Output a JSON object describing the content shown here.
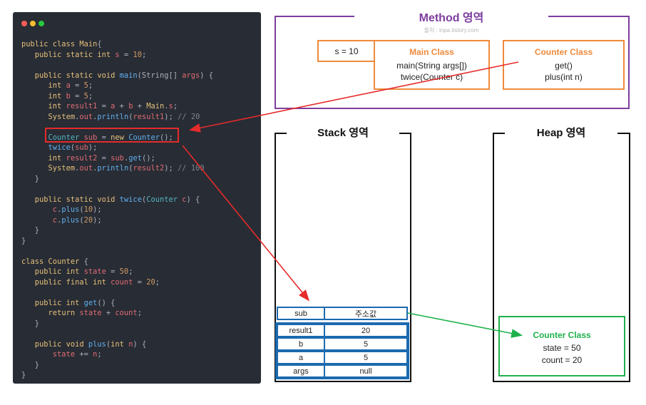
{
  "window": {
    "controls": [
      "close",
      "minimize",
      "zoom"
    ]
  },
  "code_lines": [
    [
      [
        "kw",
        "public class "
      ],
      [
        "cls",
        "Main"
      ],
      [
        "",
        "{"
      ]
    ],
    [
      [
        "",
        "   "
      ],
      [
        "kw",
        "public static int "
      ],
      [
        "var",
        "s"
      ],
      [
        "",
        " = "
      ],
      [
        "num",
        "10"
      ],
      [
        "",
        ";"
      ]
    ],
    [
      [
        "",
        ""
      ]
    ],
    [
      [
        "",
        "   "
      ],
      [
        "kw",
        "public static void "
      ],
      [
        "fn",
        "main"
      ],
      [
        "",
        "(String[] "
      ],
      [
        "var",
        "args"
      ],
      [
        "",
        ") {"
      ]
    ],
    [
      [
        "",
        "      "
      ],
      [
        "kw",
        "int "
      ],
      [
        "var",
        "a"
      ],
      [
        "",
        " = "
      ],
      [
        "num",
        "5"
      ],
      [
        "",
        ";"
      ]
    ],
    [
      [
        "",
        "      "
      ],
      [
        "kw",
        "int "
      ],
      [
        "var",
        "b"
      ],
      [
        "",
        " = "
      ],
      [
        "num",
        "5"
      ],
      [
        "",
        ";"
      ]
    ],
    [
      [
        "",
        "      "
      ],
      [
        "kw",
        "int "
      ],
      [
        "var",
        "result1"
      ],
      [
        "",
        " = "
      ],
      [
        "var",
        "a"
      ],
      [
        "",
        " + "
      ],
      [
        "var",
        "b"
      ],
      [
        "",
        " + "
      ],
      [
        "cls",
        "Main"
      ],
      [
        "",
        "."
      ],
      [
        "var",
        "s"
      ],
      [
        "",
        ";"
      ]
    ],
    [
      [
        "",
        "      "
      ],
      [
        "cls",
        "System"
      ],
      [
        "",
        "."
      ],
      [
        "var",
        "out"
      ],
      [
        "",
        "."
      ],
      [
        "fn",
        "println"
      ],
      [
        "",
        "("
      ],
      [
        "var",
        "result1"
      ],
      [
        "",
        "); "
      ],
      [
        "cm",
        "// 20"
      ]
    ],
    [
      [
        "",
        ""
      ]
    ],
    [
      [
        "",
        "      "
      ],
      [
        "cyan",
        "Counter "
      ],
      [
        "var",
        "sub"
      ],
      [
        "",
        " = "
      ],
      [
        "kw",
        "new "
      ],
      [
        "fn",
        "Counter"
      ],
      [
        "",
        "();"
      ]
    ],
    [
      [
        "",
        "      "
      ],
      [
        "fn",
        "twice"
      ],
      [
        "",
        "("
      ],
      [
        "var",
        "sub"
      ],
      [
        "",
        ");"
      ]
    ],
    [
      [
        "",
        "      "
      ],
      [
        "kw",
        "int "
      ],
      [
        "var",
        "result2"
      ],
      [
        "",
        " = "
      ],
      [
        "var",
        "sub"
      ],
      [
        "",
        "."
      ],
      [
        "fn",
        "get"
      ],
      [
        "",
        "();"
      ]
    ],
    [
      [
        "",
        "      "
      ],
      [
        "cls",
        "System"
      ],
      [
        "",
        "."
      ],
      [
        "var",
        "out"
      ],
      [
        "",
        "."
      ],
      [
        "fn",
        "println"
      ],
      [
        "",
        "("
      ],
      [
        "var",
        "result2"
      ],
      [
        "",
        "); "
      ],
      [
        "cm",
        "// 100"
      ]
    ],
    [
      [
        "",
        "   }"
      ]
    ],
    [
      [
        "",
        ""
      ]
    ],
    [
      [
        "",
        "   "
      ],
      [
        "kw",
        "public static void "
      ],
      [
        "fn",
        "twice"
      ],
      [
        "",
        "("
      ],
      [
        "cyan",
        "Counter "
      ],
      [
        "var",
        "c"
      ],
      [
        "",
        ") {"
      ]
    ],
    [
      [
        "",
        "       "
      ],
      [
        "var",
        "c"
      ],
      [
        "",
        "."
      ],
      [
        "fn",
        "plus"
      ],
      [
        "",
        "("
      ],
      [
        "num",
        "10"
      ],
      [
        "",
        ");"
      ]
    ],
    [
      [
        "",
        "       "
      ],
      [
        "var",
        "c"
      ],
      [
        "",
        "."
      ],
      [
        "fn",
        "plus"
      ],
      [
        "",
        "("
      ],
      [
        "num",
        "20"
      ],
      [
        "",
        ");"
      ]
    ],
    [
      [
        "",
        "   }"
      ]
    ],
    [
      [
        "",
        "}"
      ]
    ],
    [
      [
        "",
        ""
      ]
    ],
    [
      [
        "kw",
        "class "
      ],
      [
        "cls",
        "Counter "
      ],
      [
        "",
        "{"
      ]
    ],
    [
      [
        "",
        "   "
      ],
      [
        "kw",
        "public int "
      ],
      [
        "var",
        "state"
      ],
      [
        "",
        " = "
      ],
      [
        "num",
        "50"
      ],
      [
        "",
        ";"
      ]
    ],
    [
      [
        "",
        "   "
      ],
      [
        "kw",
        "public final int "
      ],
      [
        "var",
        "count"
      ],
      [
        "",
        " = "
      ],
      [
        "num",
        "20"
      ],
      [
        "",
        ";"
      ]
    ],
    [
      [
        "",
        ""
      ]
    ],
    [
      [
        "",
        "   "
      ],
      [
        "kw",
        "public int "
      ],
      [
        "fn",
        "get"
      ],
      [
        "",
        "() {"
      ]
    ],
    [
      [
        "",
        "      "
      ],
      [
        "kw",
        "return "
      ],
      [
        "var",
        "state"
      ],
      [
        "",
        " + "
      ],
      [
        "var",
        "count"
      ],
      [
        "",
        ";"
      ]
    ],
    [
      [
        "",
        "   }"
      ]
    ],
    [
      [
        "",
        ""
      ]
    ],
    [
      [
        "",
        "   "
      ],
      [
        "kw",
        "public void "
      ],
      [
        "fn",
        "plus"
      ],
      [
        "",
        "("
      ],
      [
        "kw",
        "int "
      ],
      [
        "var",
        "n"
      ],
      [
        "",
        ") {"
      ]
    ],
    [
      [
        "",
        "       "
      ],
      [
        "var",
        "state"
      ],
      [
        "",
        " += "
      ],
      [
        "var",
        "n"
      ],
      [
        "",
        ";"
      ]
    ],
    [
      [
        "",
        "   }"
      ]
    ],
    [
      [
        "",
        "}"
      ]
    ]
  ],
  "method_area": {
    "title": "Method 영역",
    "source": "출처 : inpa.tistory.com",
    "static_field": "s = 10",
    "main_class": {
      "title": "Main Class",
      "methods": [
        "main(String args[])",
        "twice(Counter c)"
      ]
    },
    "counter_class": {
      "title": "Counter Class",
      "methods": [
        "get()",
        "plus(int n)"
      ]
    }
  },
  "stack": {
    "title": "Stack 영역",
    "top_row": {
      "name": "sub",
      "value": "주소값"
    },
    "rows": [
      {
        "name": "result1",
        "value": "20"
      },
      {
        "name": "b",
        "value": "5"
      },
      {
        "name": "a",
        "value": "5"
      },
      {
        "name": "args",
        "value": "null"
      }
    ]
  },
  "heap": {
    "title": "Heap 영역",
    "object": {
      "title": "Counter Class",
      "fields": [
        "state = 50",
        "count = 20"
      ]
    }
  },
  "colors": {
    "code_bg": "#282c34",
    "method_border": "#7d3d9e",
    "class_box": "#ee8a3c",
    "stack_border": "#1b6aaf",
    "heap_object": "#1eb14c",
    "arrow_red": "#e52b2b"
  }
}
